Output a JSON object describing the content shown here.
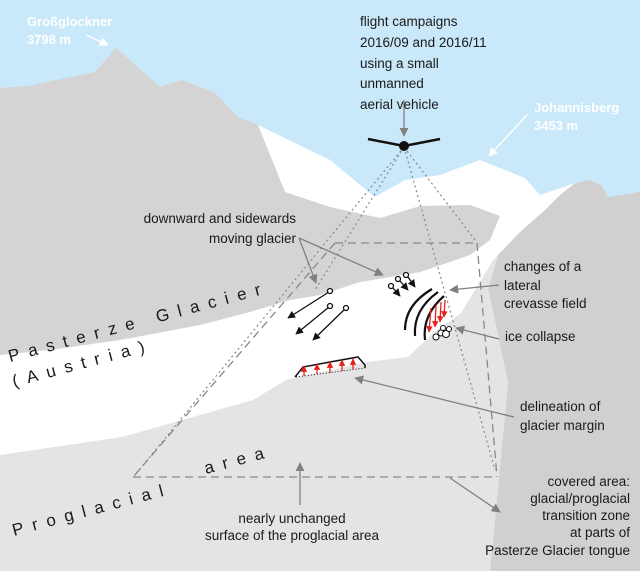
{
  "colors": {
    "sky": "#c9e8f9",
    "mountain": "#d4d4d4",
    "glacier": "#ffffff",
    "proglacial": "#e4e4e4",
    "right_slope": "#d0d0d0",
    "change_arrows": "#e8201c",
    "pointer": "#808080"
  },
  "peaks": [
    {
      "name": "Großglockner",
      "elevation": "3798 m"
    },
    {
      "name": "Johannisberg",
      "elevation": "3453 m"
    }
  ],
  "flight_label": [
    "flight campaigns",
    "2016/09 and 2016/11",
    "using a small",
    "unmanned",
    "aerial vehicle"
  ],
  "labels": {
    "moving": [
      "downward and sidewards",
      "moving glacier"
    ],
    "crevasse": [
      "changes of a",
      "lateral",
      "crevasse field"
    ],
    "ice_collapse": "ice collapse",
    "delineation": [
      "delineation of",
      "glacier margin"
    ],
    "covered": [
      "covered area:",
      "glacial/proglacial",
      "transition zone",
      "at parts of",
      "Pasterze Glacier tongue"
    ],
    "unchanged": [
      "nearly unchanged",
      "surface of the proglacial area"
    ]
  },
  "area_names": {
    "glacier": "Pasterze Glacier",
    "country": "(Austria)",
    "proglacial_1": "Proglacial",
    "proglacial_2": "area"
  },
  "icons": [
    "uav-icon",
    "displacement-arrow-icon",
    "crevasse-icon",
    "ice-collapse-icon"
  ]
}
